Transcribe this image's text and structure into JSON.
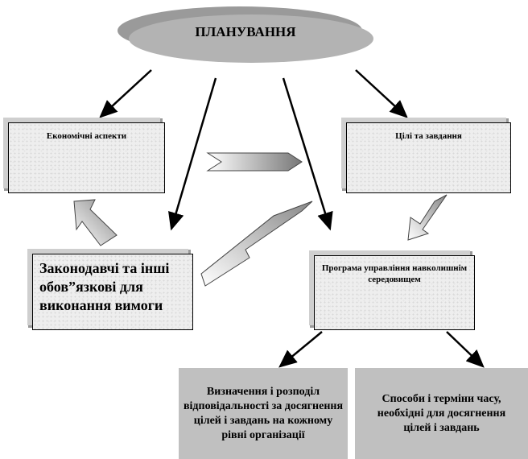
{
  "title": "ПЛАНУВАННЯ",
  "boxes": {
    "economic": "Економічні аспекти",
    "goals": "Цілі та завдання",
    "legal": "Законодавчі та інші обов”язкові для виконання вимоги",
    "program": "Програма управління навколишнім середовищем",
    "responsibility": "Визначення і розподіл відповідальності за досягнення цілей і завдань на кожному рівні організації",
    "methods": "Способи і терміни часу, необхідні для досягнення цілей і завдань"
  }
}
